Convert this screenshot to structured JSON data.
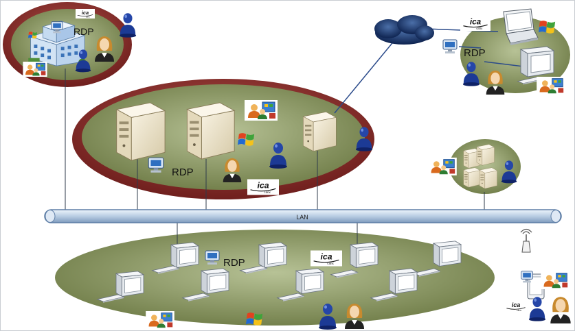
{
  "labels": {
    "rdp": "RDP",
    "lan": "LAN",
    "ica": "ica",
    "citrix": "citrix"
  },
  "colors": {
    "zone_fill": "#7d8a55",
    "zone_fill_light": "#a9b48a",
    "ring_red": "#8b2a28",
    "lan_bar": "#b9cde3",
    "cloud": "#1f3c73",
    "server": "#efe6cf",
    "user_blue": "#1f3d9a"
  }
}
